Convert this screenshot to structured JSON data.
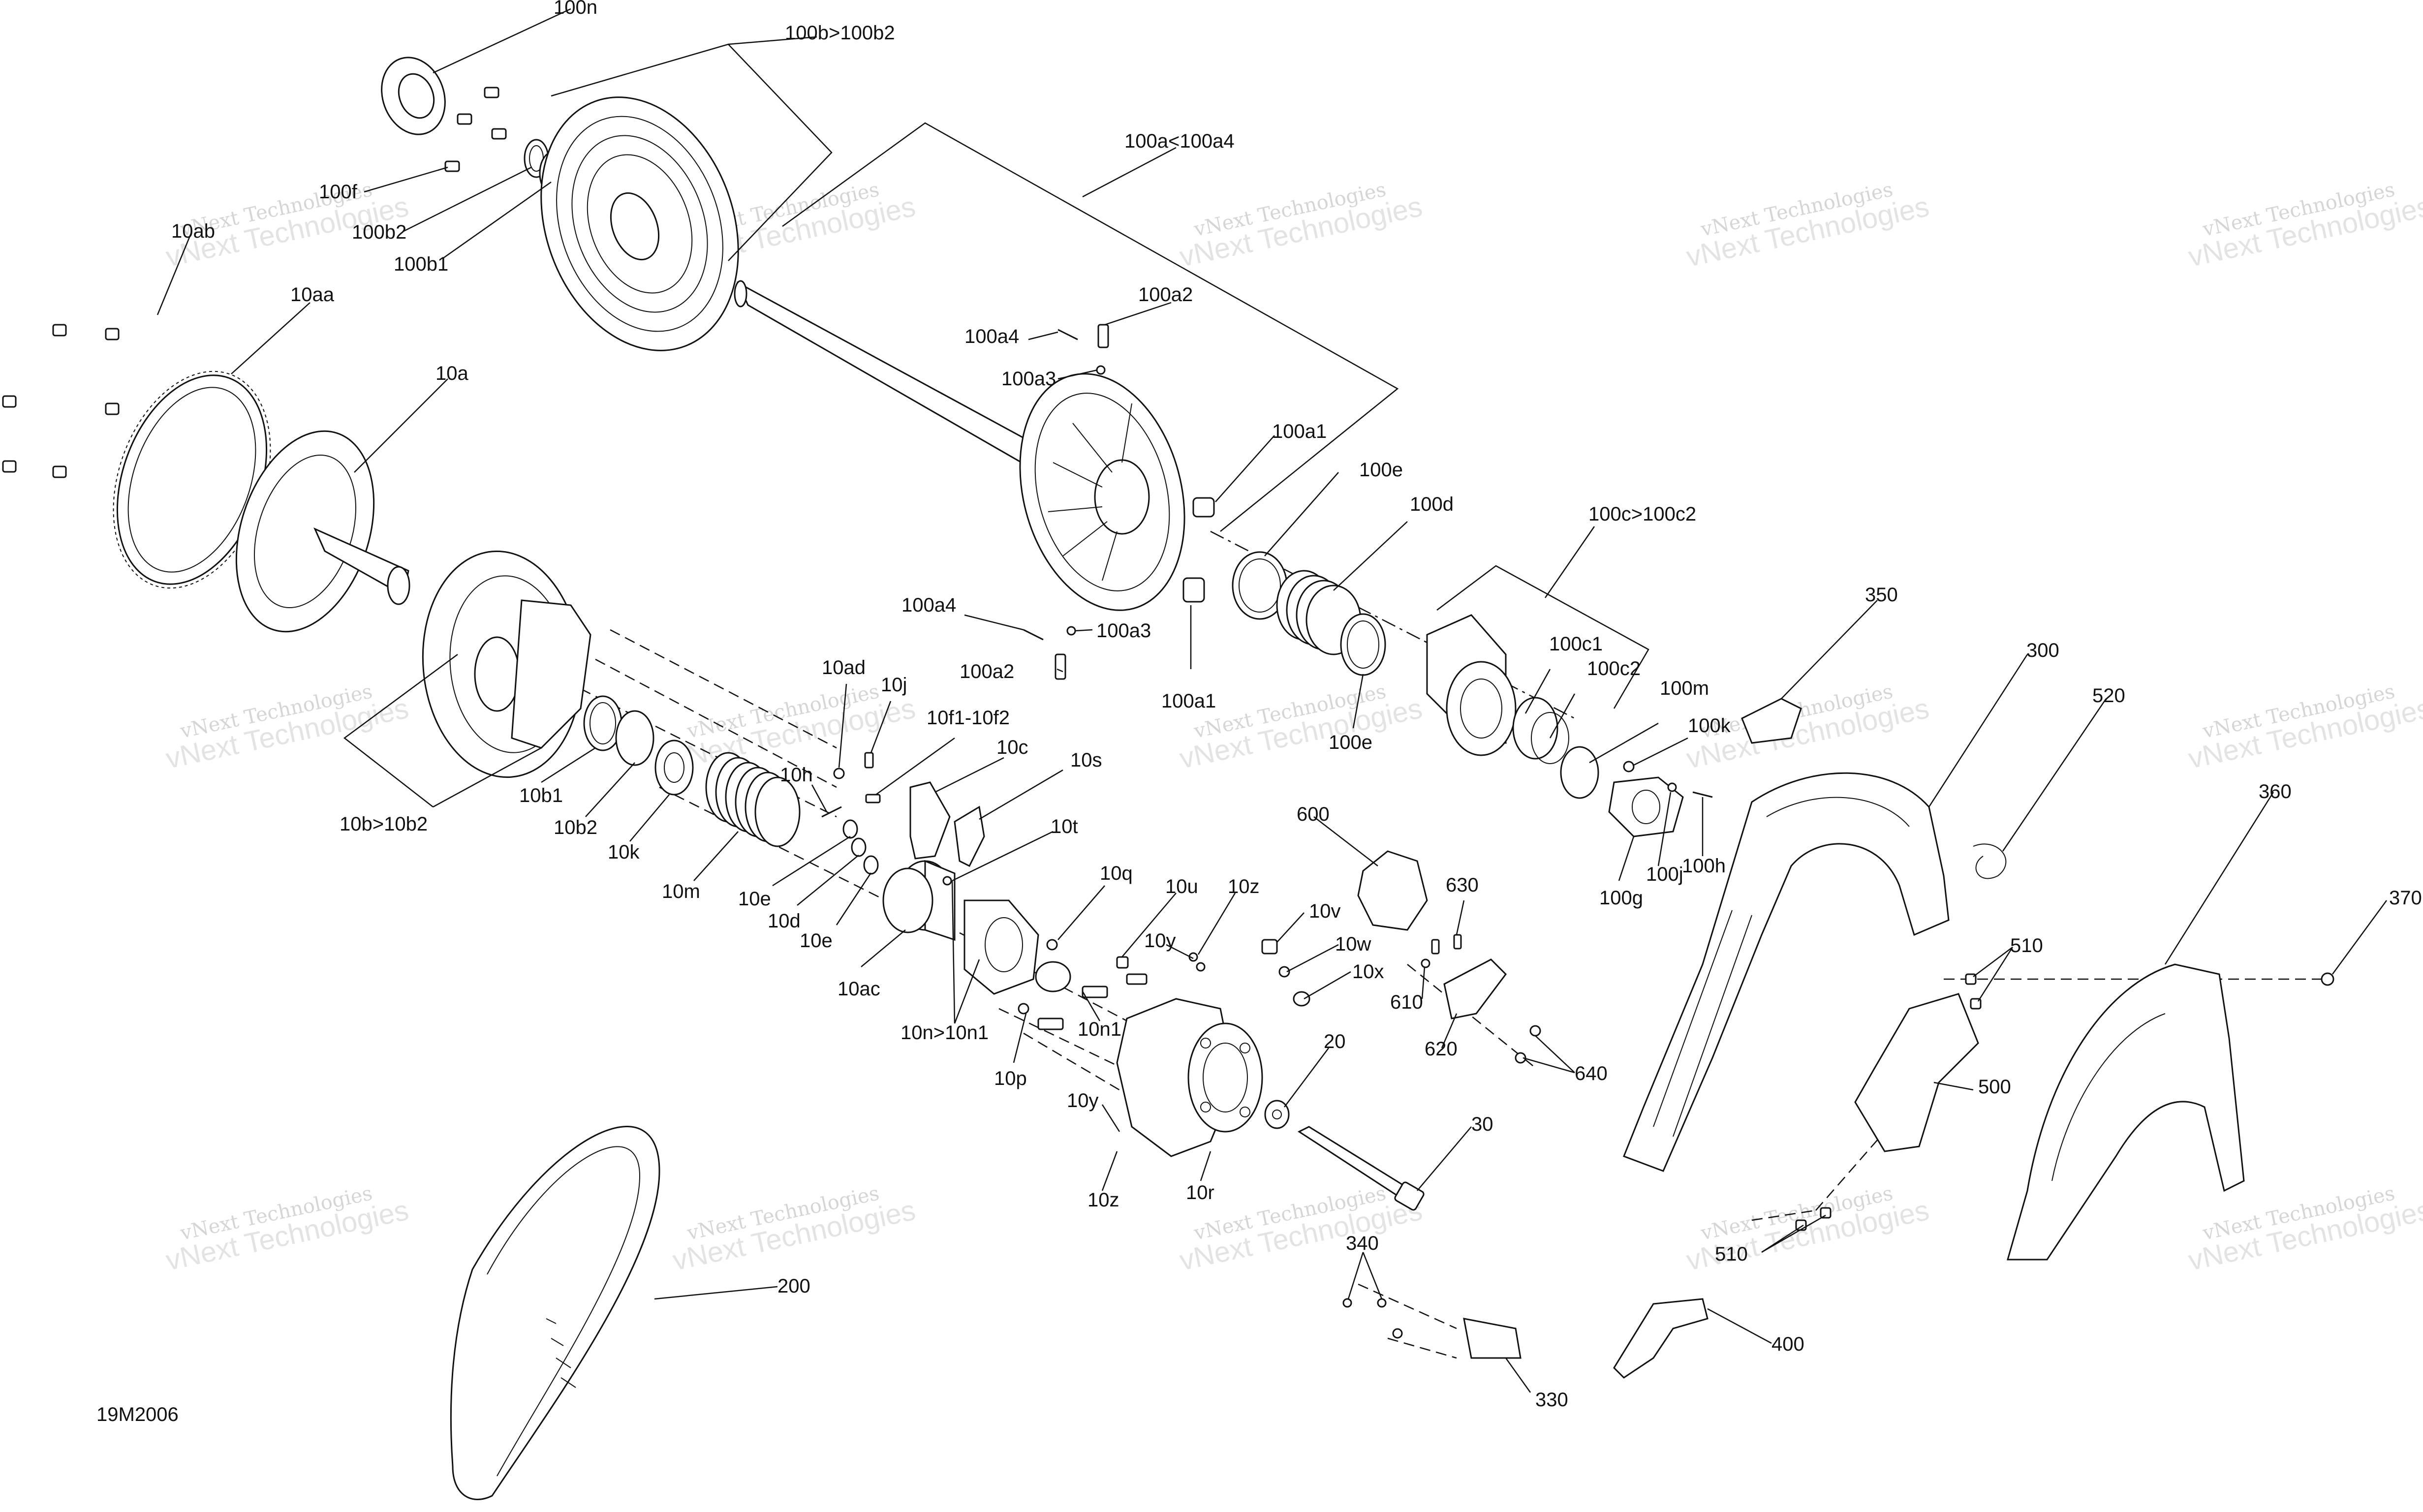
{
  "diagram": {
    "code": "19M2006",
    "watermark": "vNext Technologies",
    "callouts": [
      "100n",
      "100b>100b2",
      "100f",
      "100b2",
      "100b1",
      "10ab",
      "10aa",
      "10a",
      "100a<100a4",
      "100a2",
      "100a4",
      "100a3",
      "100a1",
      "100e",
      "100d",
      "100c>100c2",
      "100c1",
      "100c2",
      "100m",
      "100k",
      "100j",
      "100h",
      "100g",
      "100e",
      "100a4",
      "100a3",
      "100a2",
      "100a1",
      "10ad",
      "10j",
      "10f1-10f2",
      "10h",
      "10c",
      "10s",
      "10t",
      "10b1",
      "10b2",
      "10b>10b2",
      "10k",
      "10m",
      "10e",
      "10d",
      "10e",
      "10ac",
      "10q",
      "10u",
      "10z",
      "10y",
      "10v",
      "10w",
      "10x",
      "10n>10n1",
      "10n1",
      "10p",
      "10y",
      "10z",
      "10r",
      "20",
      "30",
      "600",
      "630",
      "610",
      "620",
      "640",
      "350",
      "300",
      "520",
      "360",
      "370",
      "510",
      "500",
      "510",
      "200",
      "340",
      "330",
      "400"
    ]
  }
}
